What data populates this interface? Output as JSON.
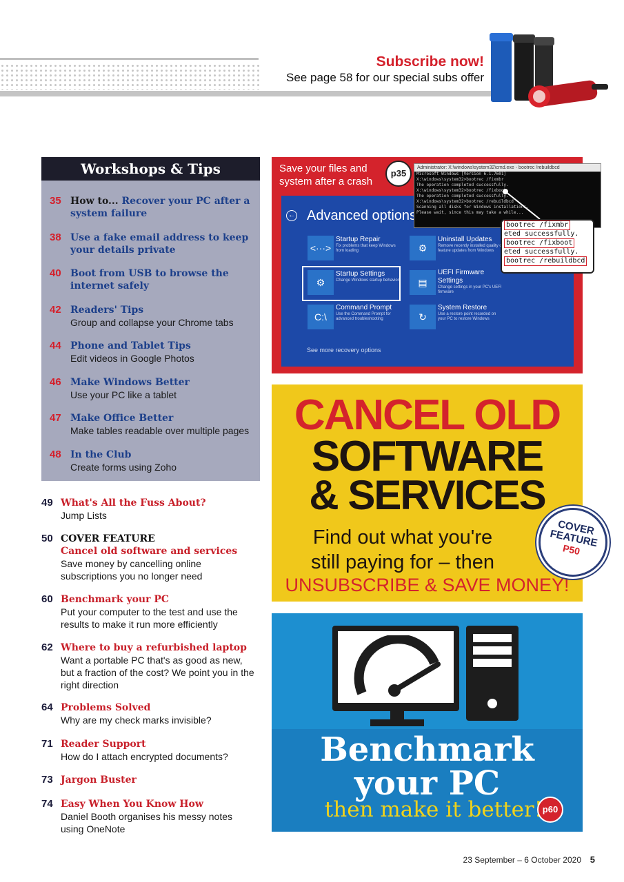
{
  "header": {
    "subscribe_title": "Subscribe now!",
    "subscribe_line": "See page 58 for our special subs offer",
    "flashlight_image": "flashlight-icon"
  },
  "workshops": {
    "heading": "Workshops & Tips",
    "items": [
      {
        "num": "35",
        "prefix": "How to...",
        "title": "Recover your PC after a system failure",
        "sub": ""
      },
      {
        "num": "38",
        "prefix": "",
        "title": "Use a fake email address to keep your details private",
        "sub": ""
      },
      {
        "num": "40",
        "prefix": "",
        "title": "Boot from USB to browse the internet safely",
        "sub": ""
      },
      {
        "num": "42",
        "prefix": "",
        "title": "Readers' Tips",
        "sub": "Group and collapse your Chrome tabs"
      },
      {
        "num": "44",
        "prefix": "",
        "title": "Phone and Tablet Tips",
        "sub": "Edit videos in Google Photos"
      },
      {
        "num": "46",
        "prefix": "",
        "title": "Make Windows Better",
        "sub": "Use your PC like a tablet"
      },
      {
        "num": "47",
        "prefix": "",
        "title": "Make Office Better",
        "sub": "Make tables readable over multiple pages"
      },
      {
        "num": "48",
        "prefix": "",
        "title": "In the Club",
        "sub": "Create forms using Zoho"
      }
    ]
  },
  "contents": [
    {
      "num": "49",
      "label": "",
      "title": "What's All the Fuss About?",
      "desc": "Jump Lists"
    },
    {
      "num": "50",
      "label": "COVER FEATURE",
      "title": "Cancel old software and services",
      "desc": "Save money by cancelling online subscriptions you no longer need"
    },
    {
      "num": "60",
      "label": "",
      "title": "Benchmark your PC",
      "desc": "Put your computer to the test and use the results to make it run more efficiently"
    },
    {
      "num": "62",
      "label": "",
      "title": "Where to buy a refurbished laptop",
      "desc": "Want a portable PC that's as good as new, but a fraction of the cost? We point you in the right direction"
    },
    {
      "num": "64",
      "label": "",
      "title": "Problems Solved",
      "desc": "Why are my check marks invisible?"
    },
    {
      "num": "71",
      "label": "",
      "title": "Reader Support",
      "desc": "How do I attach encrypted documents?"
    },
    {
      "num": "73",
      "label": "",
      "title": "Jargon Buster",
      "desc": ""
    },
    {
      "num": "74",
      "label": "",
      "title": "Easy When You Know How",
      "desc": "Daniel Booth organises his messy notes using OneNote"
    }
  ],
  "screenshot_panel": {
    "caption": "Save your files and system after a crash",
    "page": "p35",
    "cmd_title": "Administrator: X:\\windows\\system32\\cmd.exe - bootrec /rebuildbcd",
    "cmd_lines": [
      "Microsoft Windows [Version 6.1.7601]",
      "X:\\windows\\system32>bootrec /fixmbr",
      "The operation completed successfully.",
      "X:\\windows\\system32>bootrec /fixboot",
      "The operation completed successfully.",
      "X:\\windows\\system32>bootrec /rebuildbcd",
      "Scanning all disks for Windows installations.",
      "Please wait, since this may take a while..."
    ],
    "zoom_lines": [
      "bootrec /fixmbr",
      "eted successfully.",
      "bootrec /fixboot",
      "eted successfully.",
      "bootrec /rebuildbcd"
    ],
    "advanced_title": "Advanced options",
    "options": [
      {
        "title": "Startup Repair",
        "desc": "Fix problems that keep Windows from loading",
        "icon": "<···>"
      },
      {
        "title": "Uninstall Updates",
        "desc": "Remove recently installed quality or feature updates from Windows",
        "icon": "⚙"
      },
      {
        "title": "Startup Settings",
        "desc": "Change Windows startup behavior",
        "icon": "⚙"
      },
      {
        "title": "UEFI Firmware Settings",
        "desc": "Change settings in your PC's UEFI firmware",
        "icon": "▤"
      },
      {
        "title": "Command Prompt",
        "desc": "Use the Command Prompt for advanced troubleshooting",
        "icon": "C:\\"
      },
      {
        "title": "System Restore",
        "desc": "Use a restore point recorded on your PC to restore Windows",
        "icon": "↻"
      }
    ],
    "more_link": "See more recovery options"
  },
  "cancel_panel": {
    "line1": "CANCEL OLD",
    "line2": "SOFTWARE",
    "line3": "& SERVICES",
    "find1": "Find out what you're",
    "find2": "still paying for – then",
    "cta": "UNSUBSCRIBE & SAVE MONEY!",
    "seal_line1": "COVER",
    "seal_line2": "FEATURE",
    "seal_page": "P50"
  },
  "bench_panel": {
    "line1": "Benchmark",
    "line2": "your PC",
    "line3": "then make it better!",
    "page": "p60"
  },
  "footer": {
    "dates": "23 September – 6 October 2020",
    "page_number": "5"
  }
}
